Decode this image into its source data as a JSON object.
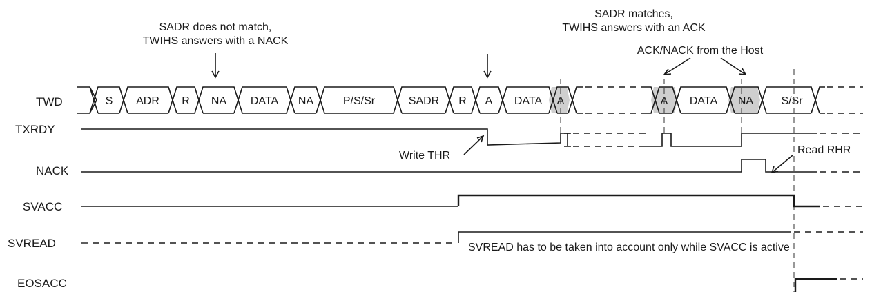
{
  "signals": {
    "twd": "TWD",
    "txrdy": "TXRDY",
    "nack": "NACK",
    "svacc": "SVACC",
    "svread": "SVREAD",
    "eosacc": "EOSACC"
  },
  "twd_segments": [
    "S",
    "ADR",
    "R",
    "NA",
    "DATA",
    "NA",
    "P/S/Sr",
    "SADR",
    "R",
    "A",
    "DATA",
    "A",
    "A",
    "DATA",
    "NA",
    "S/Sr"
  ],
  "annotations": {
    "no_match_line1": "SADR does not match,",
    "no_match_line2": "TWIHS answers with a NACK",
    "match_line1": "SADR matches,",
    "match_line2": "TWIHS answers with an ACK",
    "ack_nack_host": "ACK/NACK from the Host",
    "write_thr": "Write THR",
    "read_rhr": "Read RHR",
    "svread_note": "SVREAD has to be taken into account only while SVACC is active"
  }
}
